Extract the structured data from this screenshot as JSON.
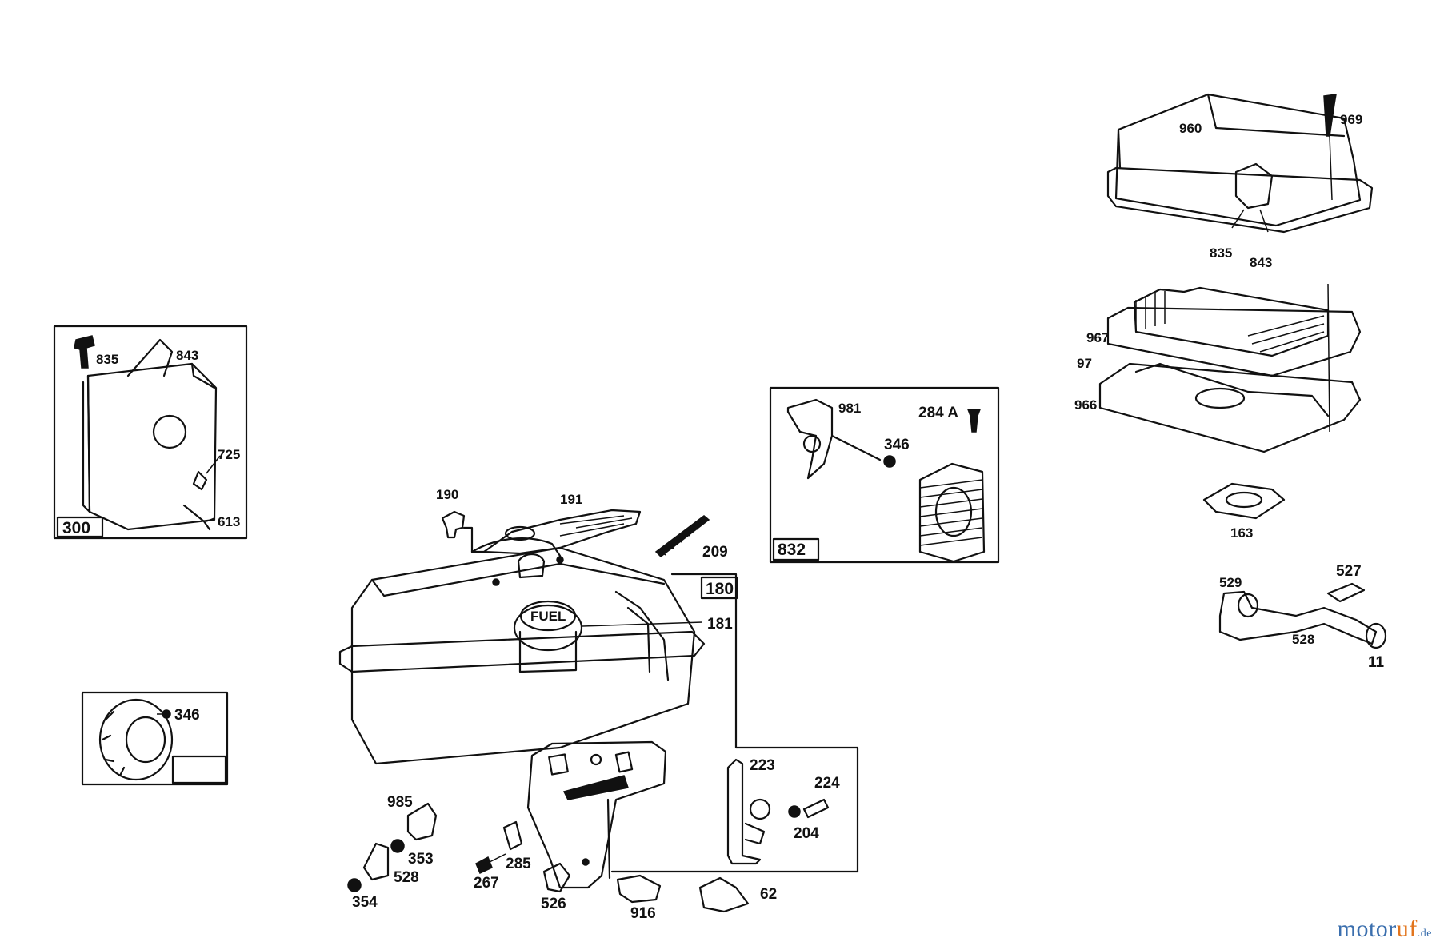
{
  "labels": {
    "l300": "300",
    "l835a": "835",
    "l843a": "843",
    "l725": "725",
    "l613": "613",
    "l346a": "346",
    "l190": "190",
    "l191": "191",
    "l209": "209",
    "l180": "180",
    "l181": "181",
    "l981": "981",
    "l284A": "284 A",
    "l346b": "346",
    "l832": "832",
    "l223": "223",
    "l224": "224",
    "l204": "204",
    "l985": "985",
    "l353": "353",
    "l528": "528",
    "l354": "354",
    "l285": "285",
    "l267": "267",
    "l526": "526",
    "l916": "916",
    "l62": "62",
    "l960": "960",
    "l969": "969",
    "l835b": "835",
    "l843b": "843",
    "l967": "967",
    "l97": "97",
    "l966": "966",
    "l163": "163",
    "l529": "529",
    "l527": "527",
    "l528b": "528",
    "l11": "11"
  },
  "watermark": {
    "main": "motor",
    "accent": "uf",
    "tld": ".de"
  }
}
